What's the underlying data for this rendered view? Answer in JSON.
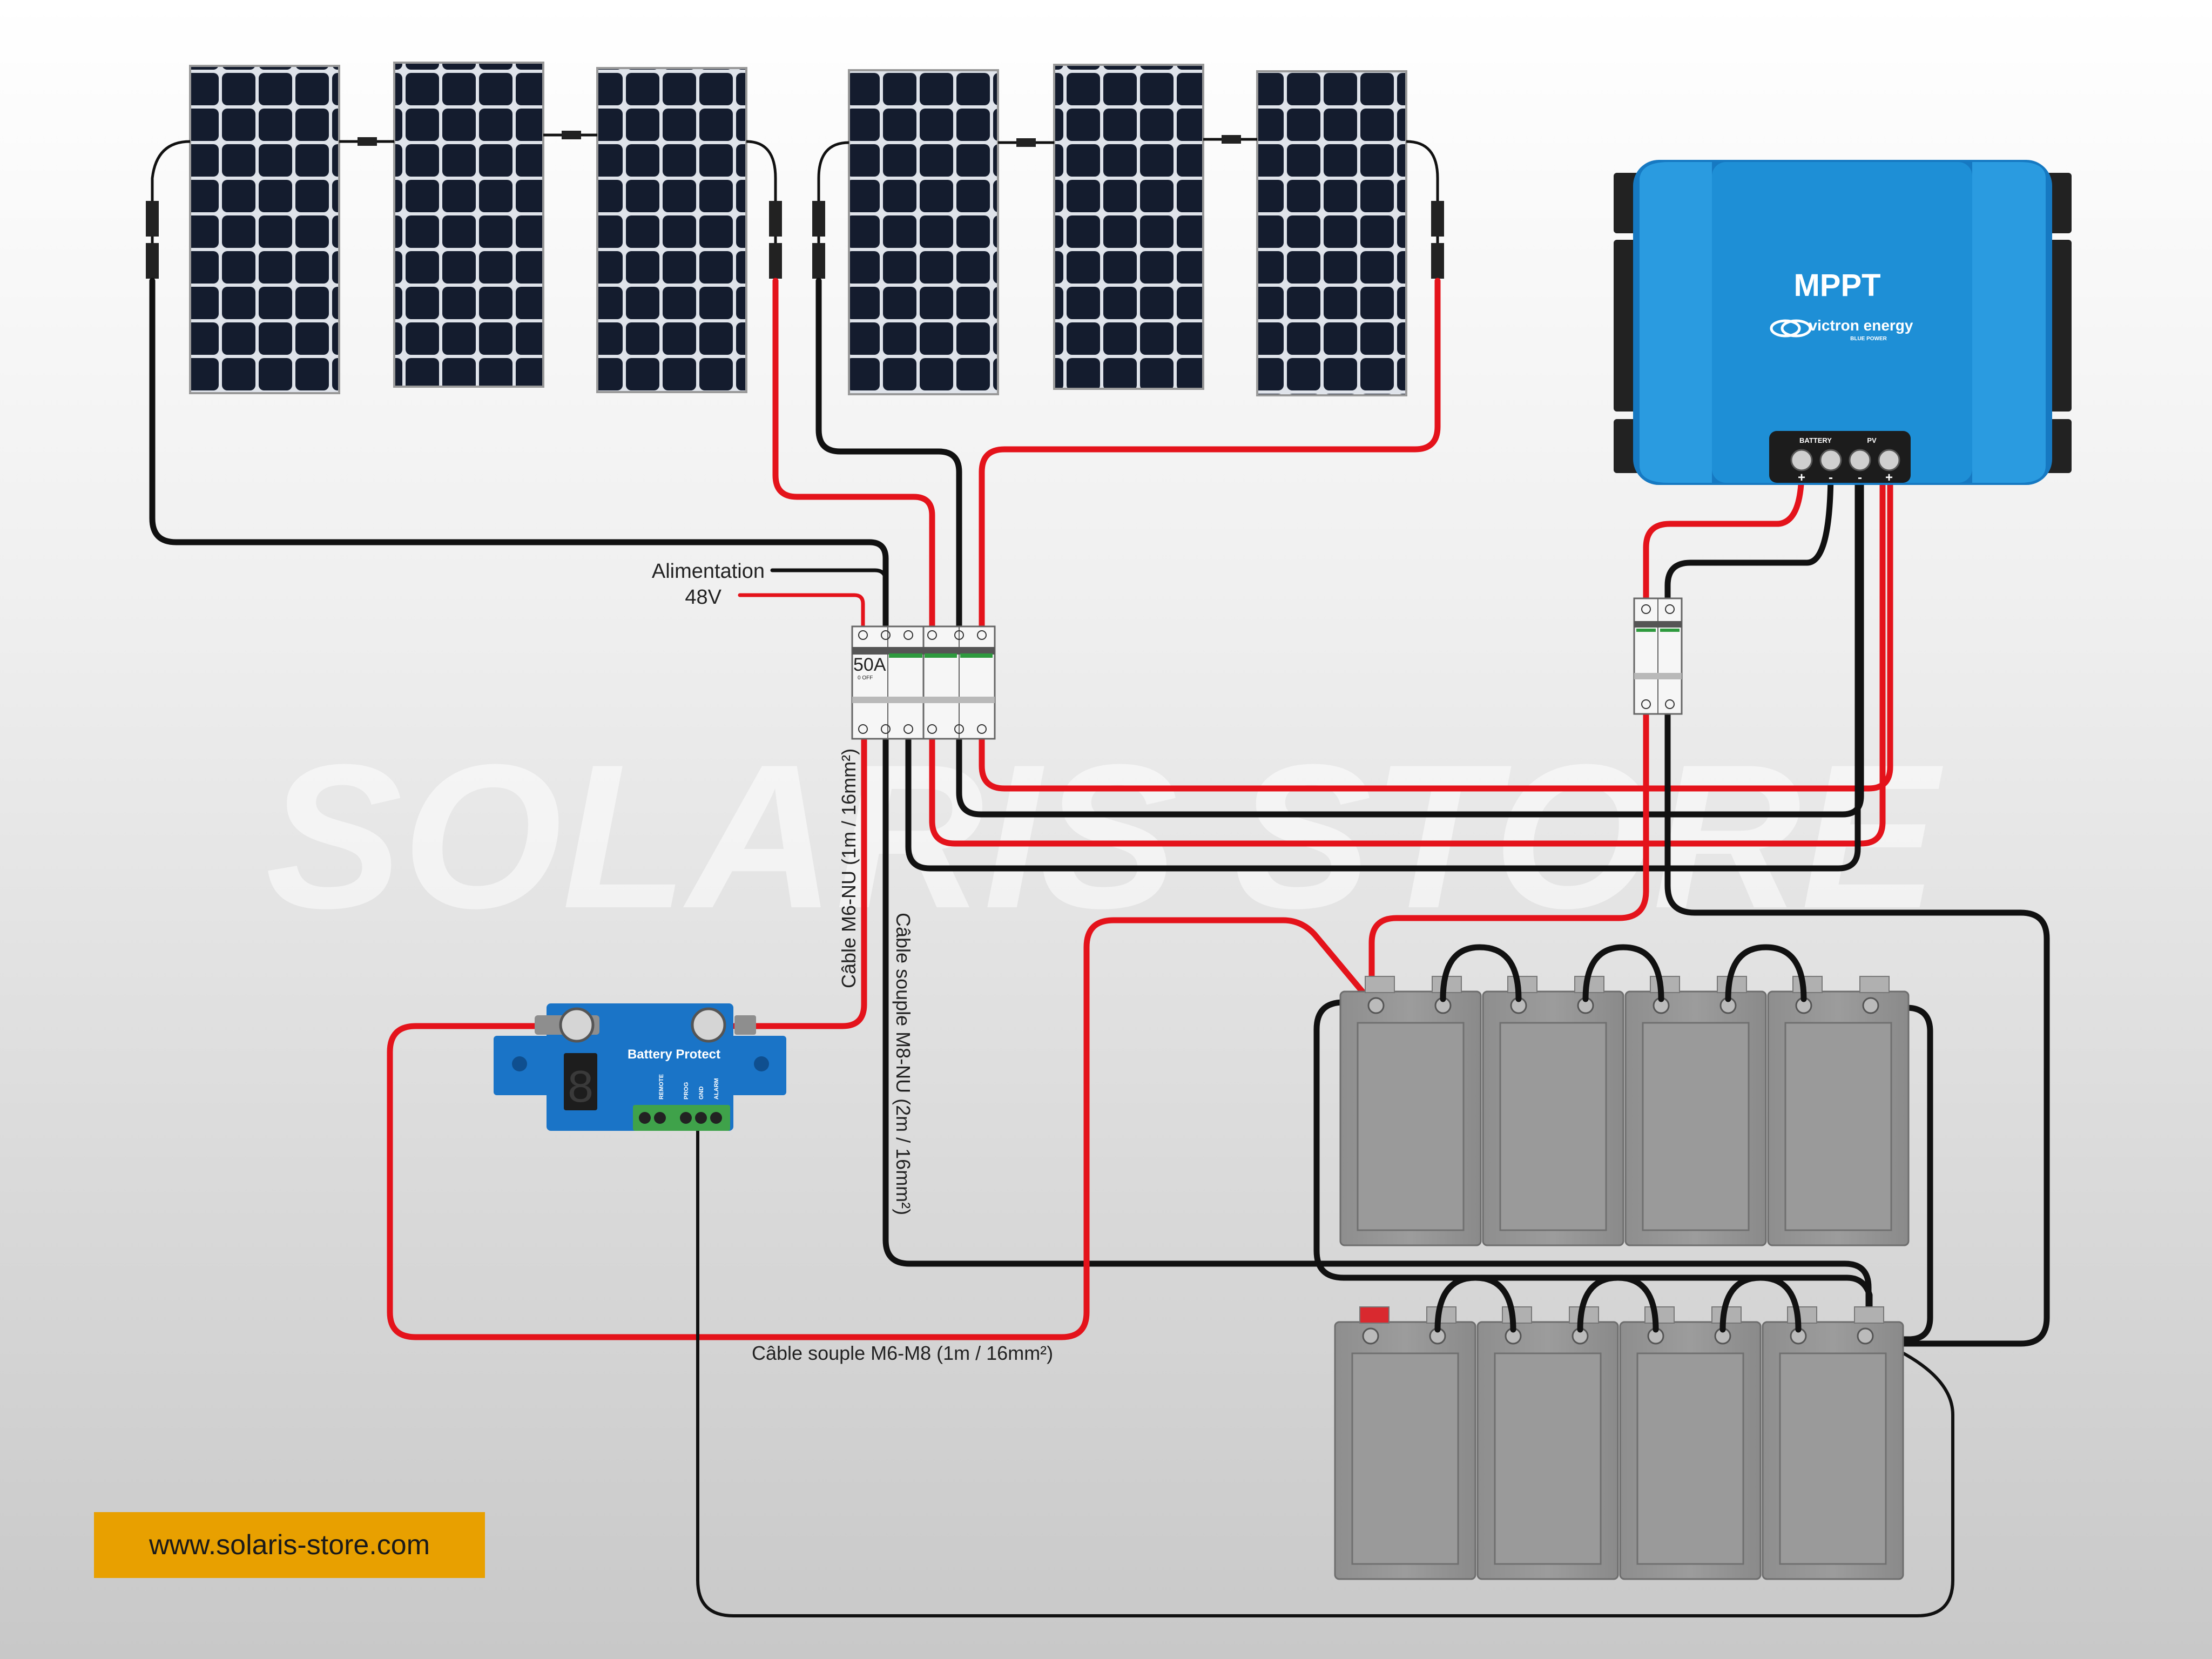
{
  "watermark": "SOLARIS STORE",
  "controller": {
    "title": "MPPT",
    "brand": "victron energy",
    "brand_sub": "BLUE POWER",
    "terminal_battery": "BATTERY",
    "terminal_pv": "PV",
    "polarities": [
      "+",
      "-",
      "-",
      "+"
    ]
  },
  "supply_label": {
    "line1": "Alimentation",
    "line2": "48V"
  },
  "breaker": {
    "rating": "50A",
    "off_label": "0 OFF"
  },
  "battery_protect": {
    "title": "Battery Protect",
    "terminals": [
      "REMOTE",
      "PROG",
      "GND",
      "ALARM"
    ]
  },
  "cable_labels": {
    "m6_nu": "Câble M6-NU (1m / 16mm²)",
    "m8_nu": "Câble souple M8-NU (2m / 16mm²)",
    "m6_m8": "Câble souple M6-M8 (1m / 16mm²)"
  },
  "website": "www.solaris-store.com",
  "colors": {
    "positive": "#e4131b",
    "negative": "#111111",
    "badge": "#e8a000",
    "controller": "#1e8fd6"
  }
}
